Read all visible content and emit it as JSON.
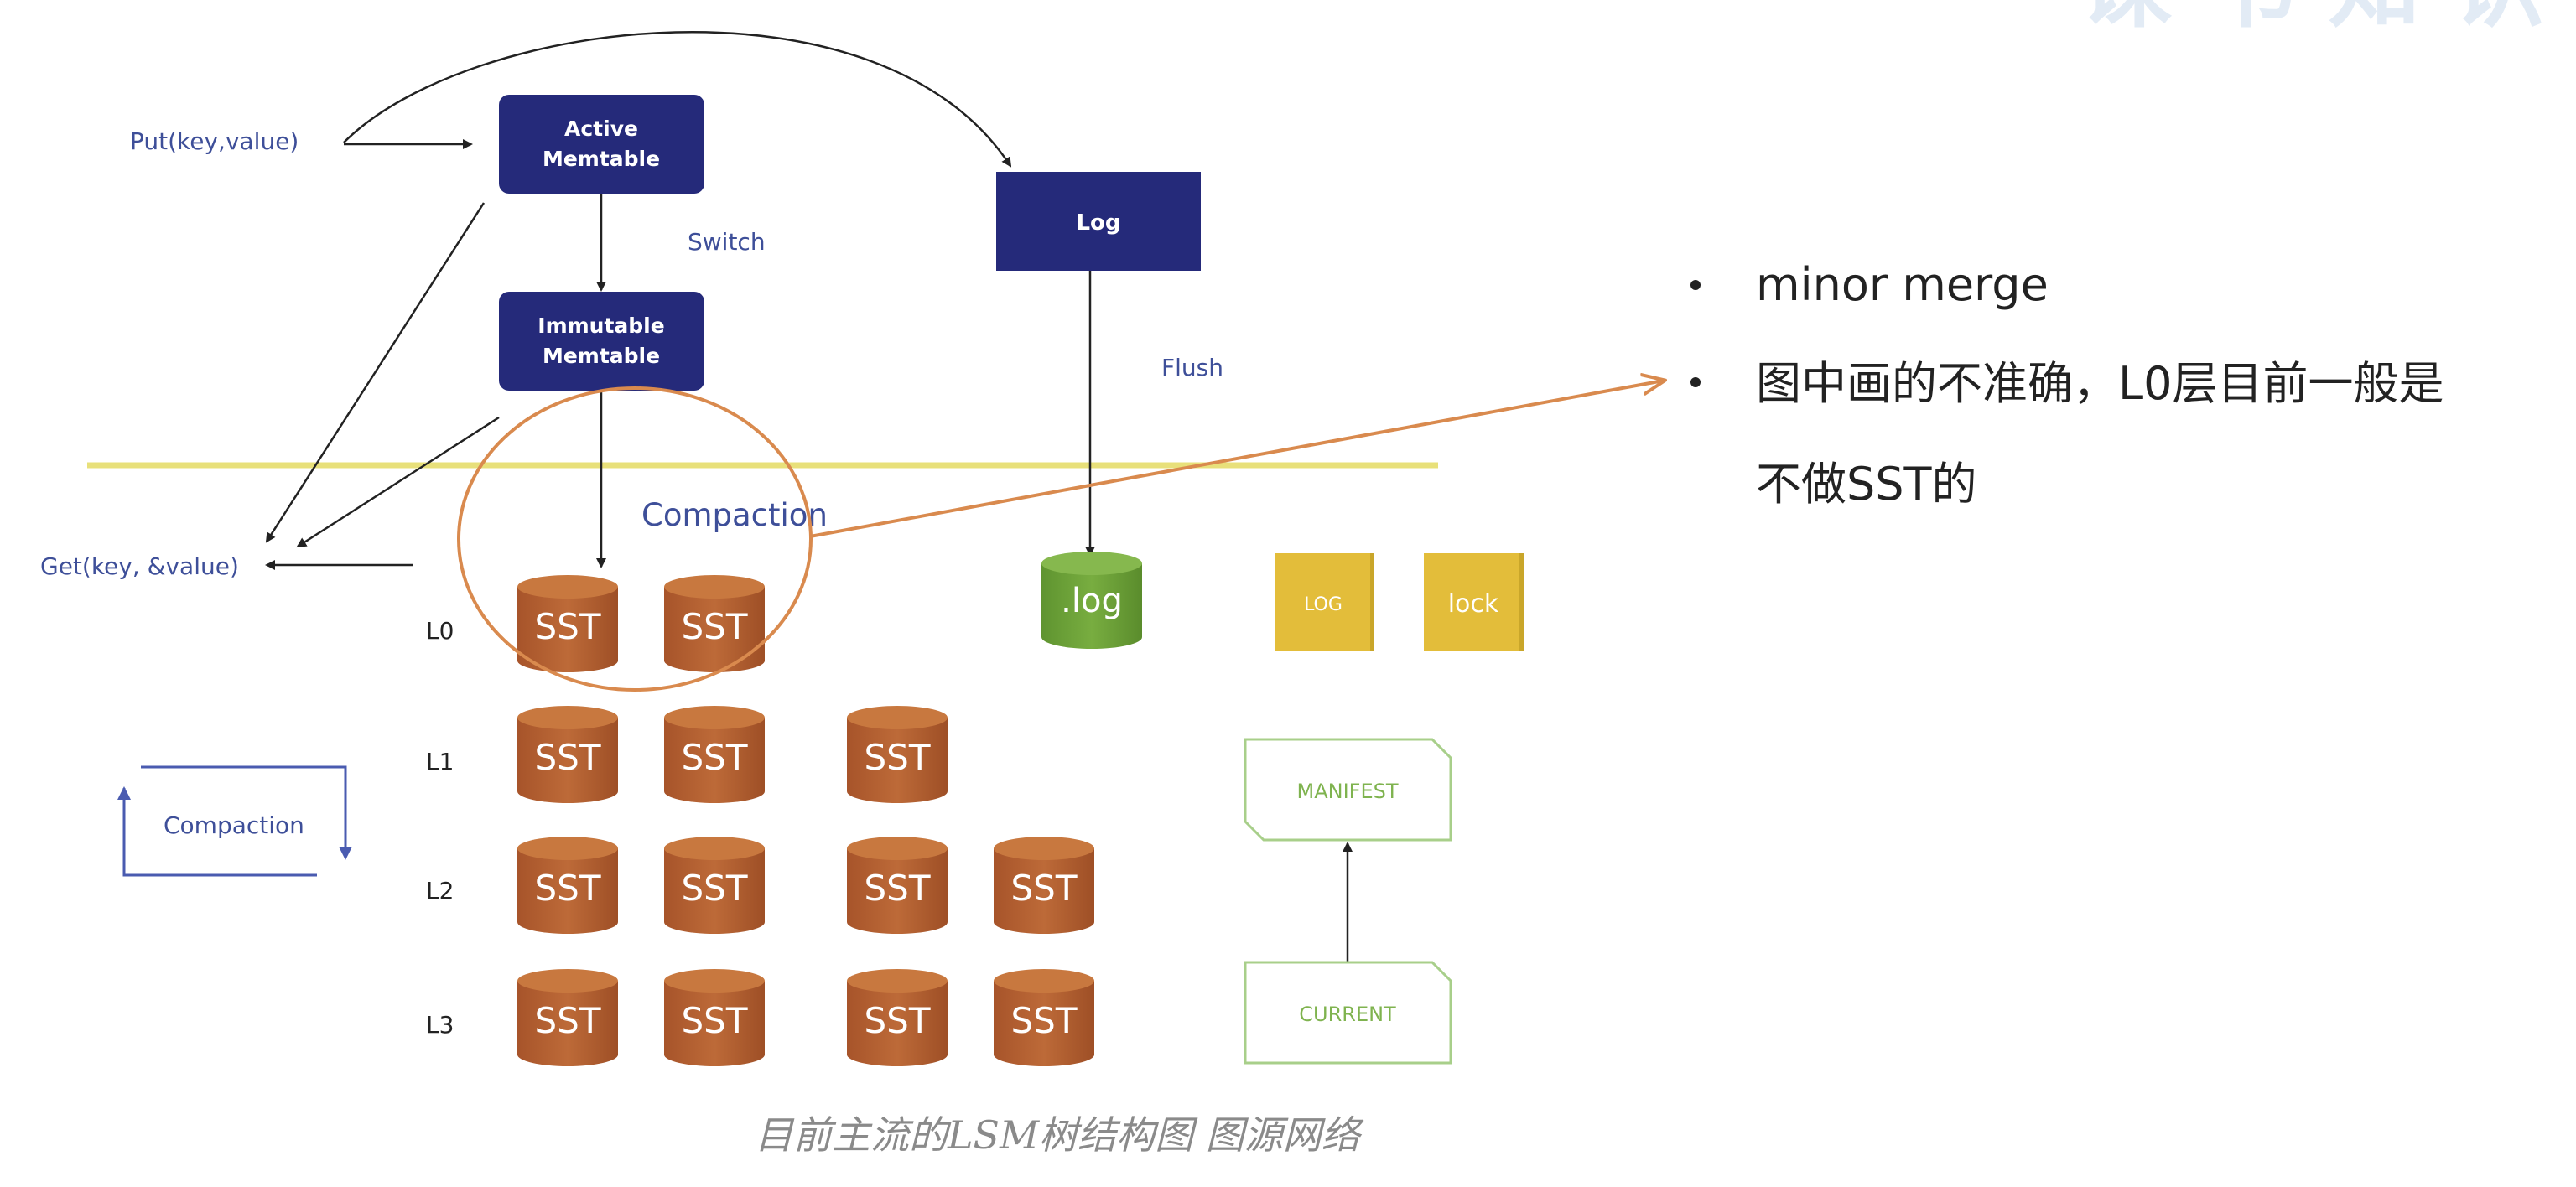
{
  "diagram": {
    "put_label": "Put(key,value)",
    "get_label": "Get(key, &value)",
    "active_memtable": [
      "Active",
      "Memtable"
    ],
    "immutable_memtable": [
      "Immutable",
      "Memtable"
    ],
    "log_box": "Log",
    "switch_label": "Switch",
    "flush_label": "Flush",
    "compaction_center": "Compaction",
    "compaction_left": "Compaction",
    "levels": [
      "L0",
      "L1",
      "L2",
      "L3"
    ],
    "sst_label": "SST",
    "sst_counts": [
      2,
      3,
      4,
      4
    ],
    "log_file": ".log",
    "log_upper_file": "LOG",
    "lock_file": "lock",
    "manifest": "MANIFEST",
    "current": "CURRENT",
    "caption": "目前主流的LSM树结构图 图源网络",
    "colors": {
      "navy_box": "#252a7a",
      "sst": "#b9622e",
      "log_cylinder": "#6ea337",
      "gold_file": "#e3bd3a",
      "yellow_line": "#e8e07a",
      "orange_annotation": "#d98a4e",
      "green_doc": "#a8cf8a"
    }
  },
  "notes": {
    "bullets": [
      [
        "minor merge"
      ],
      [
        "图中画的不准确，L0层目前一般是",
        "不做SST的"
      ]
    ]
  },
  "watermark": "课 书 知 识 分"
}
